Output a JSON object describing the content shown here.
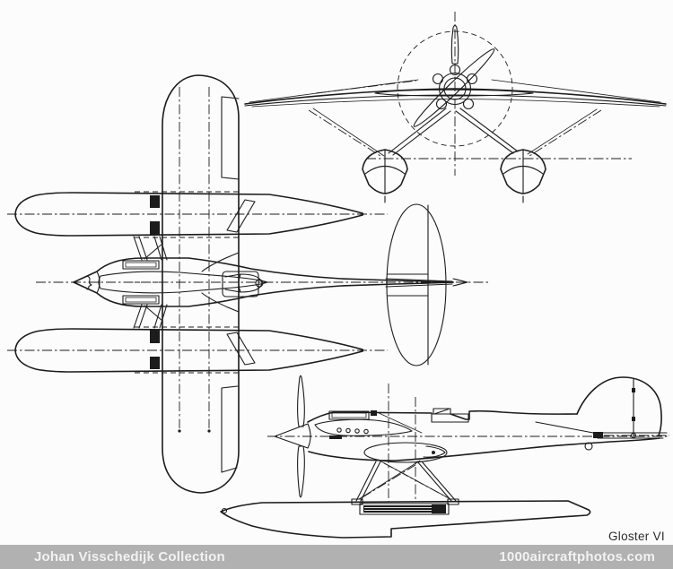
{
  "page": {
    "background_color": "#fcfcfc",
    "line_color": "#1c1c1c"
  },
  "diagram": {
    "caption": "Gloster VI",
    "aircraft_name": "Gloster VI",
    "drawing_type": "three-view line drawing",
    "views": [
      {
        "id": "front-view",
        "position": "top-right"
      },
      {
        "id": "plan-view",
        "position": "left"
      },
      {
        "id": "side-view",
        "position": "bottom-right"
      }
    ]
  },
  "footer": {
    "background_color": "#b1b1b1",
    "text_color": "#f2f2f2",
    "left_text": "Johan Visschedijk Collection",
    "right_text": "1000aircraftphotos.com"
  }
}
